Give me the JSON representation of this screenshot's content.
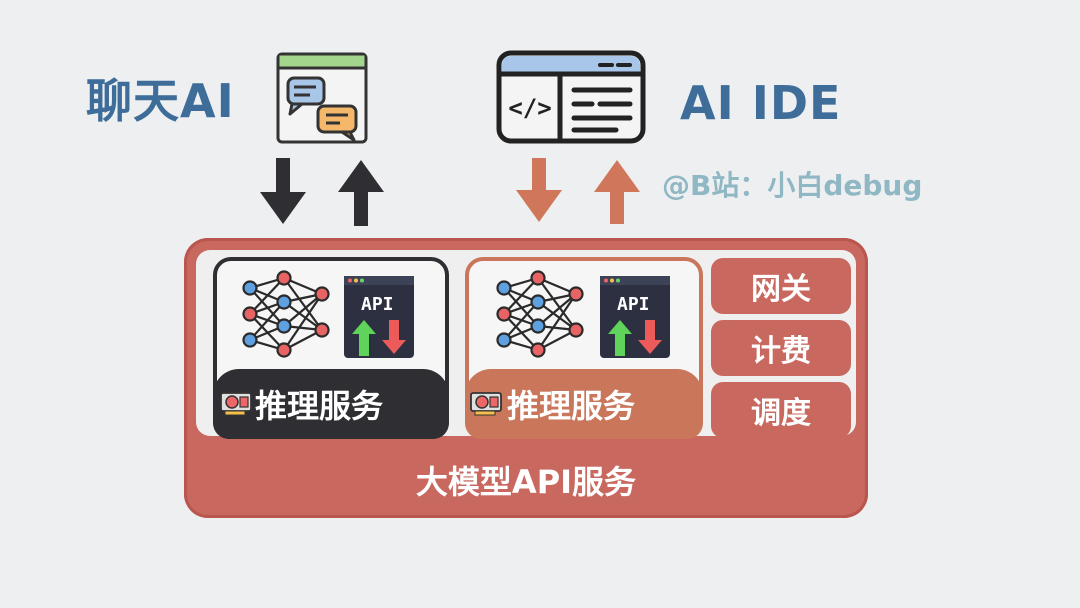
{
  "top": {
    "left_label": "聊天AI",
    "right_label": "AI IDE",
    "watermark": "@B站：小白debug"
  },
  "services": [
    {
      "label": "推理服务",
      "api_label": "API",
      "theme_color": "#2f2f33"
    },
    {
      "label": "推理服务",
      "api_label": "API",
      "theme_color": "#c9765a"
    }
  ],
  "side_boxes": [
    "网关",
    "计费",
    "调度"
  ],
  "outer": {
    "label": "大模型API服务",
    "color": "#c8685f"
  },
  "icons": {
    "chat_app": "chat-window-icon",
    "ide_app": "code-window-icon",
    "neural_net": "neural-network-icon",
    "gpu": "gpu-card-icon"
  },
  "arrow_colors": {
    "left": "#2f2f33",
    "right": "#d0775b"
  }
}
